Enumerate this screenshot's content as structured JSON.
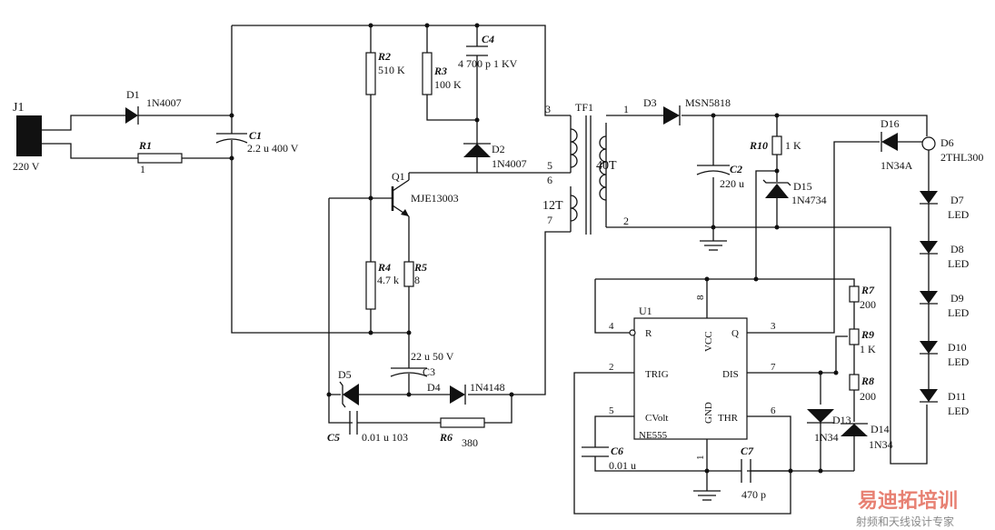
{
  "labels": {
    "j1": "J1",
    "j1_v": "220 V",
    "d1": "D1",
    "d1_v": "1N4007",
    "r1": "R1",
    "r1_v": "1",
    "c1": "C1",
    "c1_v": "2.2 u   400 V",
    "r2": "R2",
    "r2_v": "510 K",
    "r3": "R3",
    "r3_v": "100 K",
    "c4": "C4",
    "c4_v": "4 700 p  1 KV",
    "d2": "D2",
    "d2_v": "1N4007",
    "q1": "Q1",
    "q1_v": "MJE13003",
    "r4": "R4",
    "r4_v": "4.7 k",
    "r5": "R5",
    "r5_v": "8",
    "c3_v": "22 u   50 V",
    "c3": "C3",
    "d4": "D4",
    "d4_v": "1N4148",
    "d5": "D5",
    "c5": "C5",
    "c5_v": "0.01 u 103",
    "r6": "R6",
    "r6_v": "380",
    "tf1": "TF1",
    "tf_40t": "40T",
    "tf_12t": "12T",
    "p3": "3",
    "p5": "5",
    "p6": "6",
    "p7": "7",
    "p1": "1",
    "p2": "2",
    "d3": "D3",
    "d3_v": "MSN5818",
    "r10": "R10",
    "r10_v": "1 K",
    "c2": "C2",
    "c2_v": "220 u",
    "d15": "D15",
    "d15_v": "1N4734",
    "d16": "D16",
    "d16_v": "1N34A",
    "d6": "D6",
    "d6_v": "2THL300",
    "d7": "D7",
    "d8": "D8",
    "d9": "D9",
    "d10": "D10",
    "d11": "D11",
    "led": "LED",
    "u1": "U1",
    "u1_v": "NE555",
    "pin_r": "R",
    "pin_trig": "TRIG",
    "pin_cvolt": "CVolt",
    "pin_vcc": "VCC",
    "pin_q": "Q",
    "pin_dis": "DIS",
    "pin_thr": "THR",
    "pin_gnd": "GND",
    "n4": "4",
    "n2": "2",
    "n5": "5",
    "n8": "8",
    "n3": "3",
    "n7": "7",
    "n6": "6",
    "n1": "1",
    "r7": "R7",
    "r7_v": "200",
    "r9": "R9",
    "r9_v": "1 K",
    "r8": "R8",
    "r8_v": "200",
    "d13": "D13",
    "d13_v": "1N34",
    "d14": "D14",
    "d14_v": "1N34",
    "c6": "C6",
    "c6_v": "0.01 u",
    "c7": "C7",
    "c7_v": "470 p"
  },
  "watermark": {
    "main": "易迪拓培训",
    "sub": "射频和天线设计专家"
  }
}
